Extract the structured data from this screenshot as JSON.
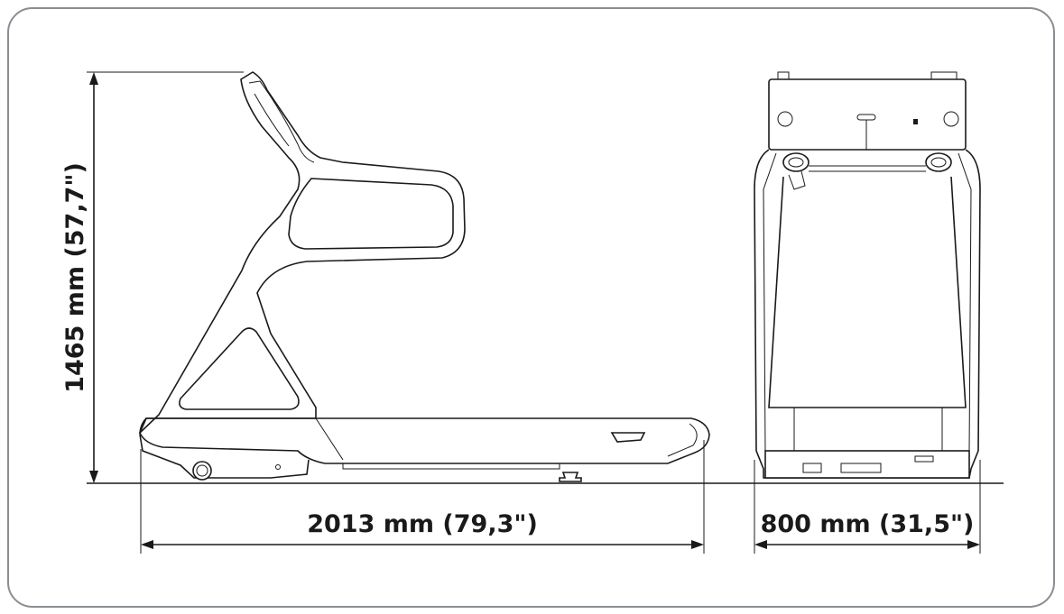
{
  "dimensions": {
    "height_label": "1465 mm (57,7\")",
    "length_label": "2013 mm (79,3\")",
    "width_label": "800 mm (31,5\")"
  },
  "colors": {
    "frame_border": "#8a8e93",
    "line": "#1a1a1a",
    "background": "#ffffff"
  }
}
